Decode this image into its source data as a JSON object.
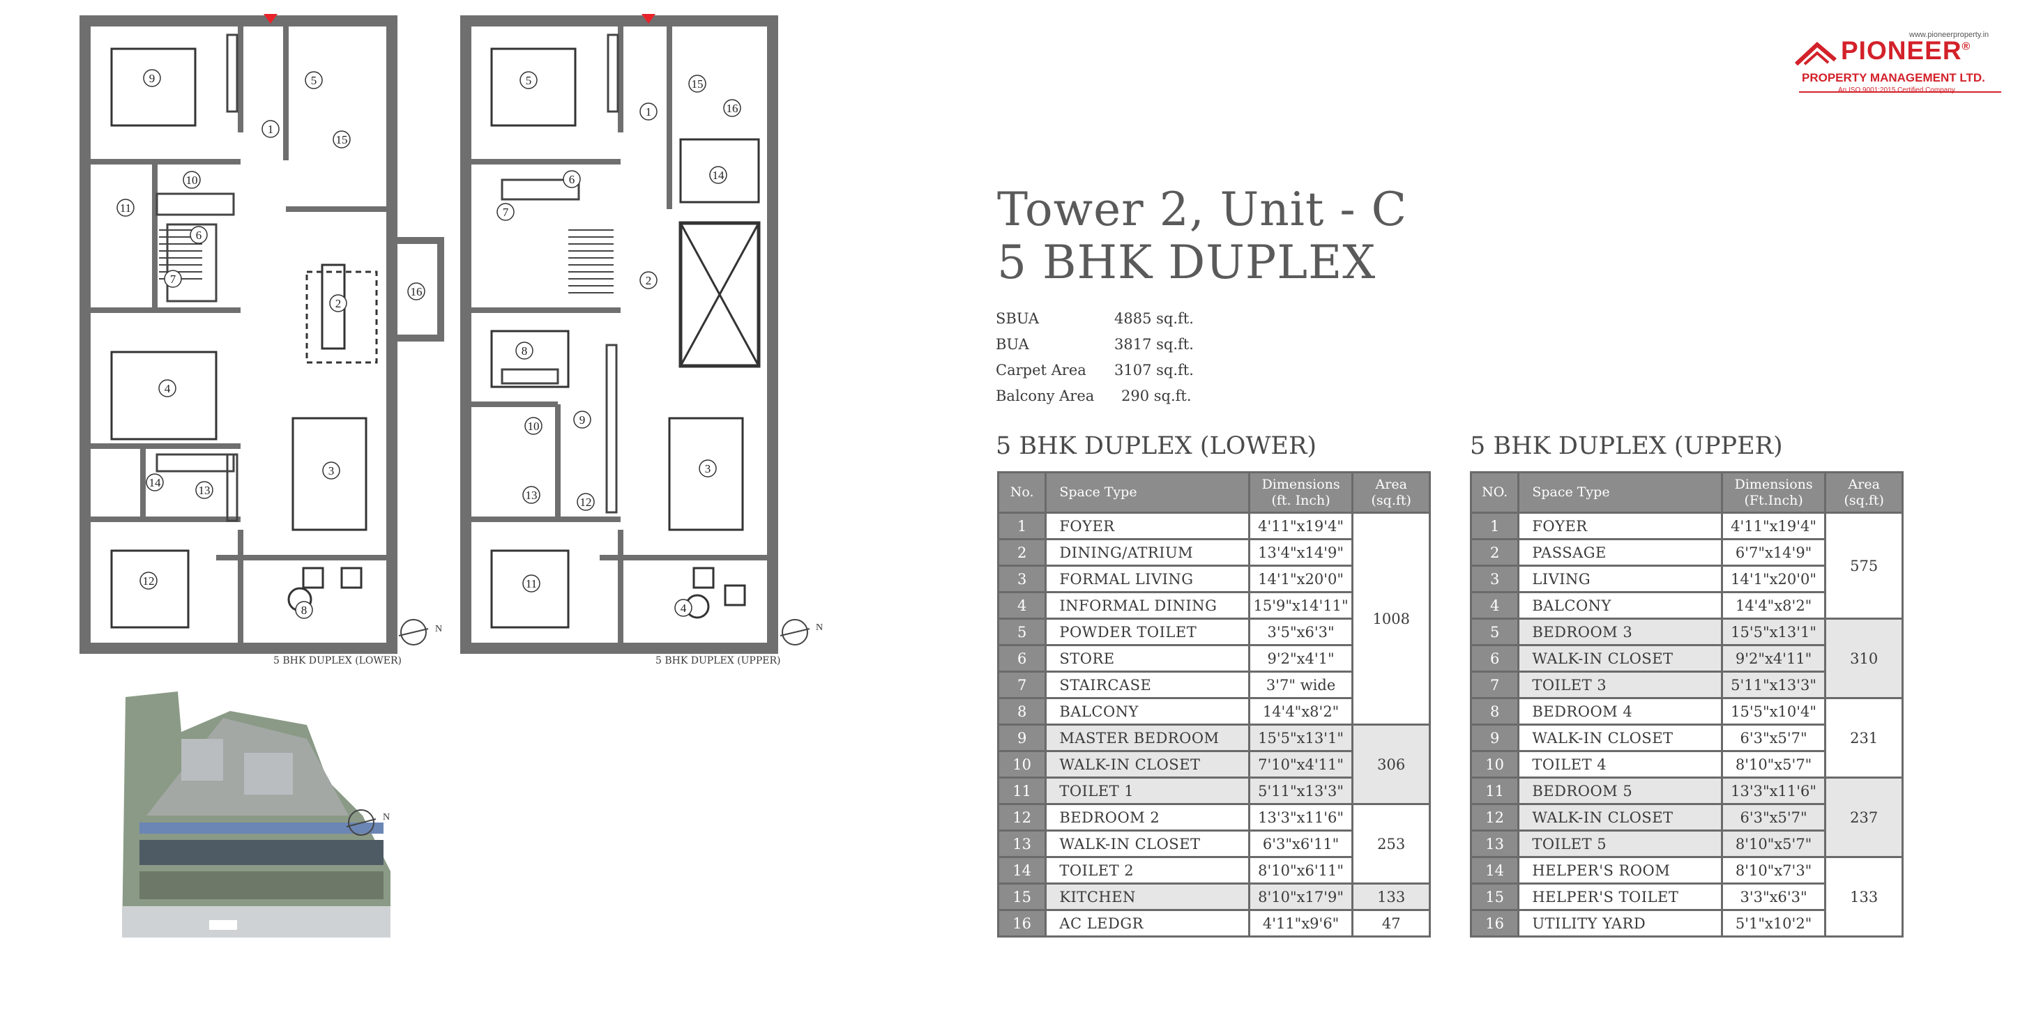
{
  "title": {
    "line1": "Tower 2, Unit - C",
    "line2": "5 BHK DUPLEX"
  },
  "areas": [
    {
      "label": "SBUA",
      "value": "4885 sq.ft."
    },
    {
      "label": "BUA",
      "value": "3817 sq.ft."
    },
    {
      "label": "Carpet Area",
      "value": "3107 sq.ft."
    },
    {
      "label": "Balcony Area",
      "value": "290 sq.ft."
    }
  ],
  "logo": {
    "name": "PIONEER",
    "registered": "®",
    "subtitle": "PROPERTY MANAGEMENT LTD.",
    "iso": "An ISO 9001:2015 Certified Company",
    "url": "www.pioneerproperty.in"
  },
  "plans": {
    "lower_caption": "5 BHK DUPLEX (LOWER)",
    "upper_caption": "5 BHK DUPLEX (UPPER)",
    "north_label": "N",
    "lower_room_numbers": [
      "1",
      "2",
      "3",
      "4",
      "5",
      "6",
      "7",
      "8",
      "9",
      "10",
      "11",
      "12",
      "13",
      "14",
      "15",
      "16"
    ],
    "upper_room_numbers": [
      "1",
      "2",
      "3",
      "4",
      "5",
      "6",
      "7",
      "8",
      "9",
      "10",
      "11",
      "12",
      "13",
      "14",
      "15",
      "16"
    ]
  },
  "lower_table": {
    "heading": "5 BHK DUPLEX (LOWER)",
    "headers": {
      "no": "No.",
      "space": "Space Type",
      "dim1": "Dimensions",
      "dim2": "(ft. Inch)",
      "area1": "Area",
      "area2": "(sq.ft)"
    },
    "rows": [
      {
        "no": "1",
        "space": "FOYER",
        "dim": "4'11\"x19'4\""
      },
      {
        "no": "2",
        "space": "DINING/ATRIUM",
        "dim": "13'4\"x14'9\""
      },
      {
        "no": "3",
        "space": "FORMAL LIVING",
        "dim": "14'1\"x20'0\""
      },
      {
        "no": "4",
        "space": "INFORMAL DINING",
        "dim": "15'9\"x14'11\""
      },
      {
        "no": "5",
        "space": "POWDER TOILET",
        "dim": "3'5\"x6'3\""
      },
      {
        "no": "6",
        "space": "STORE",
        "dim": "9'2\"x4'1\""
      },
      {
        "no": "7",
        "space": "STAIRCASE",
        "dim": "3'7\" wide"
      },
      {
        "no": "8",
        "space": "BALCONY",
        "dim": "14'4\"x8'2\""
      },
      {
        "no": "9",
        "space": "MASTER BEDROOM",
        "dim": "15'5\"x13'1\""
      },
      {
        "no": "10",
        "space": "WALK-IN CLOSET",
        "dim": "7'10\"x4'11\""
      },
      {
        "no": "11",
        "space": "TOILET 1",
        "dim": "5'11\"x13'3\""
      },
      {
        "no": "12",
        "space": "BEDROOM 2",
        "dim": "13'3\"x11'6\""
      },
      {
        "no": "13",
        "space": "WALK-IN CLOSET",
        "dim": "6'3\"x6'11\""
      },
      {
        "no": "14",
        "space": "TOILET 2",
        "dim": "8'10\"x6'11\""
      },
      {
        "no": "15",
        "space": "KITCHEN",
        "dim": "8'10\"x17'9\""
      },
      {
        "no": "16",
        "space": "AC LEDGR",
        "dim": "4'11\"x9'6\""
      }
    ],
    "area_groups": [
      "1008",
      "306",
      "253",
      "133",
      "47"
    ]
  },
  "upper_table": {
    "heading": "5 BHK DUPLEX (UPPER)",
    "headers": {
      "no": "NO.",
      "space": "Space Type",
      "dim1": "Dimensions",
      "dim2": "(Ft.Inch)",
      "area1": "Area",
      "area2": "(sq.ft)"
    },
    "rows": [
      {
        "no": "1",
        "space": "FOYER",
        "dim": "4'11\"x19'4\""
      },
      {
        "no": "2",
        "space": "PASSAGE",
        "dim": "6'7\"x14'9\""
      },
      {
        "no": "3",
        "space": "LIVING",
        "dim": "14'1\"x20'0\""
      },
      {
        "no": "4",
        "space": "BALCONY",
        "dim": "14'4\"x8'2\""
      },
      {
        "no": "5",
        "space": "BEDROOM 3",
        "dim": "15'5\"x13'1\""
      },
      {
        "no": "6",
        "space": "WALK-IN CLOSET",
        "dim": "9'2\"x4'11\""
      },
      {
        "no": "7",
        "space": "TOILET 3",
        "dim": "5'11\"x13'3\""
      },
      {
        "no": "8",
        "space": "BEDROOM 4",
        "dim": "15'5\"x10'4\""
      },
      {
        "no": "9",
        "space": "WALK-IN CLOSET",
        "dim": "6'3\"x5'7\""
      },
      {
        "no": "10",
        "space": "TOILET 4",
        "dim": "8'10\"x5'7\""
      },
      {
        "no": "11",
        "space": "BEDROOM 5",
        "dim": "13'3\"x11'6\""
      },
      {
        "no": "12",
        "space": "WALK-IN CLOSET",
        "dim": "6'3\"x5'7\""
      },
      {
        "no": "13",
        "space": "TOILET 5",
        "dim": "8'10\"x5'7\""
      },
      {
        "no": "14",
        "space": "HELPER'S ROOM",
        "dim": "8'10\"x7'3\""
      },
      {
        "no": "15",
        "space": "HELPER'S TOILET",
        "dim": "3'3\"x6'3\""
      },
      {
        "no": "16",
        "space": "UTILITY YARD",
        "dim": "5'1\"x10'2\""
      }
    ],
    "area_groups": [
      "575",
      "310",
      "231",
      "237",
      "133"
    ]
  },
  "colors": {
    "wall": "#6f6f6f",
    "brand_red": "#d3212a",
    "table_header": "#8c8c8c",
    "row_shade": "#e6e6e6",
    "entry_marker": "#e8232a"
  }
}
